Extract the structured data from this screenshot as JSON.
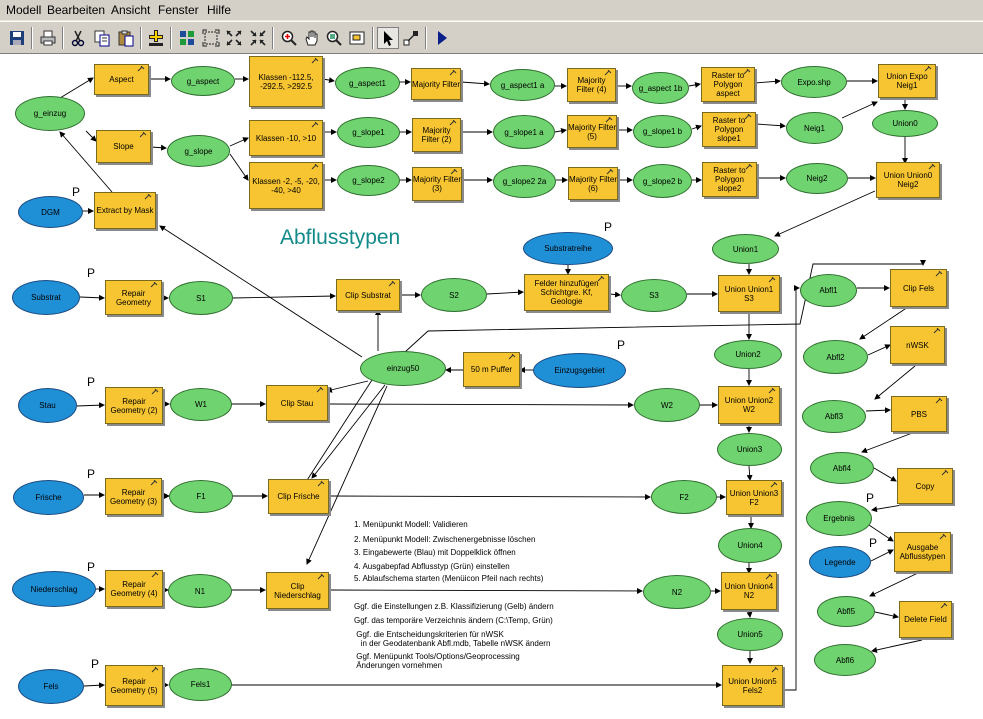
{
  "menu": {
    "modell": "Modell",
    "bearbeiten": "Bearbeiten",
    "ansicht": "Ansicht",
    "fenster": "Fenster",
    "hilfe": "Hilfe"
  },
  "toolbar": {
    "icons": [
      "save-icon",
      "print-icon",
      "cut-icon",
      "copy-icon",
      "paste-icon",
      "add-data-icon",
      "auto-layout-icon",
      "full-extent-icon",
      "zoom-fixed-icon",
      "zoom-out-fixed-icon",
      "zoom-in-icon",
      "pan-icon",
      "magnify-icon",
      "overview-icon",
      "select-icon",
      "connect-icon",
      "run-icon"
    ]
  },
  "diagram": {
    "title": "Abflusstypen",
    "colors": {
      "tool": "#f7c531",
      "data": "#6fd36f",
      "input": "#1f8fd6",
      "title": "#138a8a"
    },
    "nodes": {
      "aspect": "Aspect",
      "g_aspect": "g_aspect",
      "klassen_aspect": "Klassen  -112.5, -292.5, >292.5",
      "g_aspect1": "g_aspect1",
      "majority_filter": "Majority Filter",
      "g_aspect1a": "g_aspect1 a",
      "majority_filter4": "Majority Filter (4)",
      "g_aspect1b": "g_aspect 1b",
      "raster_aspect": "Raster to Polygon aspect",
      "expo_shp": "Expo.shp",
      "union_expo": "Union   Expo Neig1",
      "g_einzug": "g_einzug",
      "slope": "Slope",
      "g_slope": "g_slope",
      "klassen_slope1": "Klassen   -10, >10",
      "g_slope1": "g_slope1",
      "majority_filter2": "Majority Filter (2)",
      "g_slope1a": "g_slope1 a",
      "majority_filter5": "Majority Filter (5)",
      "g_slope1b": "g_slope1 b",
      "raster_slope1": "Raster to Polygon slope1",
      "neig1": "Neig1",
      "union0": "Union0",
      "klassen_slope2": "Klassen  -2, -5, -20, -40, >40",
      "g_slope2": "g_slope2",
      "majority_filter3": "Majority Filter (3)",
      "g_slope2a": "g_slope2 2a",
      "majority_filter6": "Majority Filter (6)",
      "g_slope2b": "g_slope2 b",
      "raster_slope2": "Raster to Polygon slope2",
      "neig2": "Neig2",
      "union_neig2": "Union   Union0 Neig2",
      "dgm": "DGM",
      "extract": "Extract by Mask",
      "substratreihe": "Substratreihe",
      "union1": "Union1",
      "substrat": "Substrat",
      "repair_geom": "Repair Geometry",
      "s1": "S1",
      "clip_substrat": "Clip Substrat",
      "s2": "S2",
      "felder": "Felder hinzufügen Schichtgre. Kf, Geologie",
      "s3": "S3",
      "union_s3": "Union Union1 S3",
      "abfl1": "Abfl1",
      "clip_fels": "Clip Fels",
      "union2": "Union2",
      "puffer": "50 m Puffer",
      "einzugsgebiet": "Einzugsgebiet",
      "einzug50": "einzug50",
      "abfl2": "Abfl2",
      "nwsk": "nWSK",
      "stau": "Stau",
      "repair_geom2": "Repair Geometry (2)",
      "w1": "W1",
      "clip_stau": "Clip Stau",
      "w2": "W2",
      "union_w2": "Union Union2 W2",
      "abfl3": "Abfl3",
      "pbs": "PBS",
      "union3": "Union3",
      "abfl4": "Abfl4",
      "frische": "Frische",
      "repair_geom3": "Repair Geometry (3)",
      "f1": "F1",
      "clip_frische": "Clip Frische",
      "f2": "F2",
      "union_f2": "Union Union3 F2",
      "copy": "Copy",
      "ergebnis": "Ergebnis",
      "union4": "Union4",
      "legende": "Legende",
      "ausgabe": "Ausgabe Abflusstypen",
      "niederschlag": "Niederschlag",
      "repair_geom4": "Repair Geometry (4)",
      "n1": "N1",
      "clip_nieder": "Clip Niederschlag",
      "n2": "N2",
      "union_n2": "Union Union4 N2",
      "abfl5": "Abfl5",
      "delete_field": "Delete Field",
      "union5": "Union5",
      "abfl6": "Abfl6",
      "fels": "Fels",
      "repair_geom5": "Repair Geometry (5)",
      "fels1": "Fels1",
      "union_fels2": "Union Union5 Fels2"
    },
    "p": "P",
    "notes": [
      "1. Menüpunkt Modell: Validieren",
      "2. Menüpunkt Modell: Zwischenergebnisse löschen",
      "3. Eingabewerte (Blau) mit Doppelklick öffnen",
      "4. Ausgabepfad Abflusstyp (Grün) einstellen",
      "5. Ablaufschema starten (Menüicon Pfeil nach rechts)",
      "Ggf. die Einstellungen z.B. Klassifizierung (Gelb) ändern",
      "Ggf. das temporäre Verzeichnis ändern (C:\\Temp, Grün)",
      " Ggf. die Entscheidungskriterien für nWSK\n   in der Geodatenbank Abfl.mdb, Tabelle nWSK ändern",
      " Ggf. Menüpunkt Tools/Options/Geoprocessing\n Änderungen vornehmen"
    ]
  }
}
